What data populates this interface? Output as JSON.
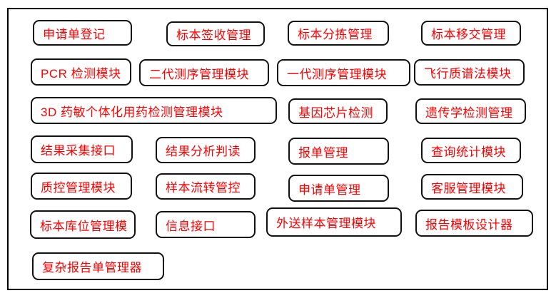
{
  "diagram": {
    "text_color": "#ff0000",
    "border_color": "#000000",
    "background_color": "#ffffff"
  },
  "modules": [
    {
      "label": "申请单登记"
    },
    {
      "label": "标本签收管理"
    },
    {
      "label": "标本分拣管理"
    },
    {
      "label": "标本移交管理"
    },
    {
      "label": "PCR 检测模块"
    },
    {
      "label": "二代测序管理模块"
    },
    {
      "label": "一代测序管理模块"
    },
    {
      "label": "飞行质谱法模块"
    },
    {
      "label": "3D 药敏个体化用药检测管理模块"
    },
    {
      "label": "基因芯片检测"
    },
    {
      "label": "遗传学检测管理"
    },
    {
      "label": "结果采集接口"
    },
    {
      "label": "结果分析判读"
    },
    {
      "label": "报单管理"
    },
    {
      "label": "查询统计模块"
    },
    {
      "label": "质控管理模块"
    },
    {
      "label": "样本流转管控"
    },
    {
      "label": "申请单管理"
    },
    {
      "label": "客服管理模块"
    },
    {
      "label": "标本库位管理模"
    },
    {
      "label": "信息接口"
    },
    {
      "label": "外送样本管理模块"
    },
    {
      "label": "报告模板设计器"
    },
    {
      "label": "复杂报告单管理器"
    }
  ]
}
